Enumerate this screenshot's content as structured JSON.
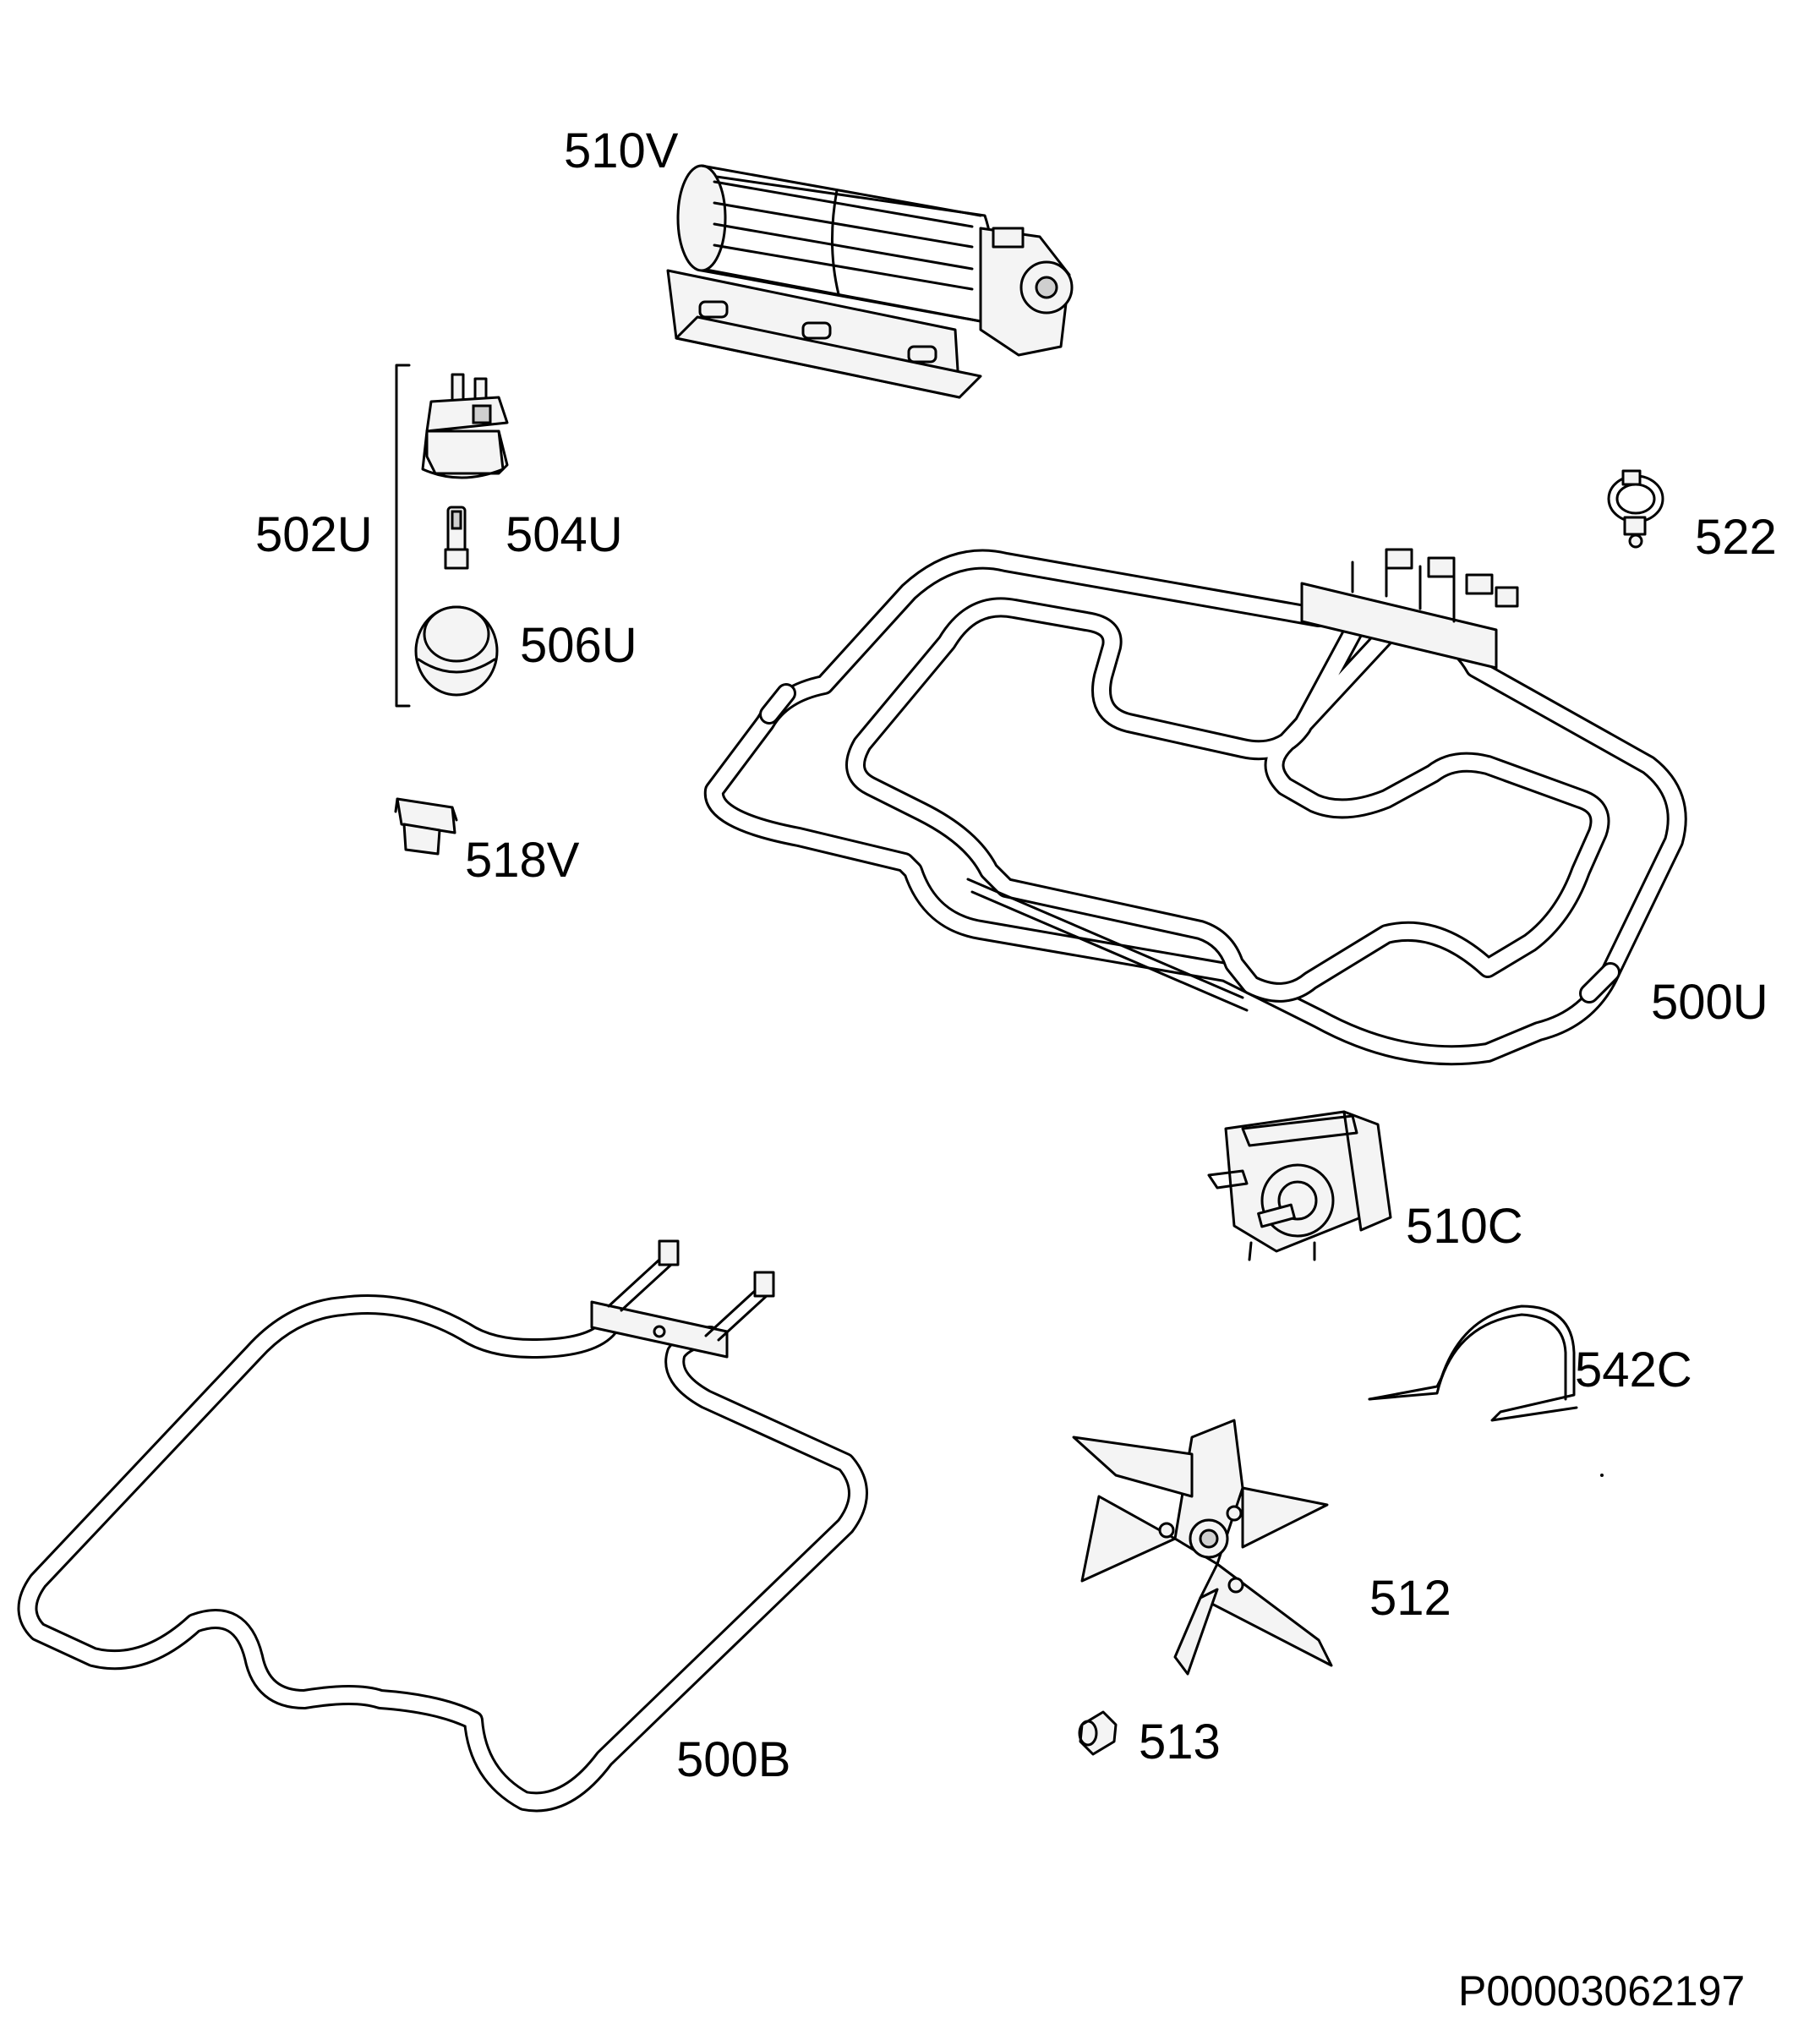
{
  "parts": [
    {
      "id": "part-510v",
      "label": "510V"
    },
    {
      "id": "part-502u",
      "label": "502U"
    },
    {
      "id": "part-504u",
      "label": "504U"
    },
    {
      "id": "part-506u",
      "label": "506U"
    },
    {
      "id": "part-518v",
      "label": "518V"
    },
    {
      "id": "part-522",
      "label": "522"
    },
    {
      "id": "part-500u",
      "label": "500U"
    },
    {
      "id": "part-510c",
      "label": "510C"
    },
    {
      "id": "part-542c",
      "label": "542C"
    },
    {
      "id": "part-512",
      "label": "512"
    },
    {
      "id": "part-513",
      "label": "513"
    },
    {
      "id": "part-500b",
      "label": "500B"
    }
  ],
  "document_id": "P00003062197"
}
